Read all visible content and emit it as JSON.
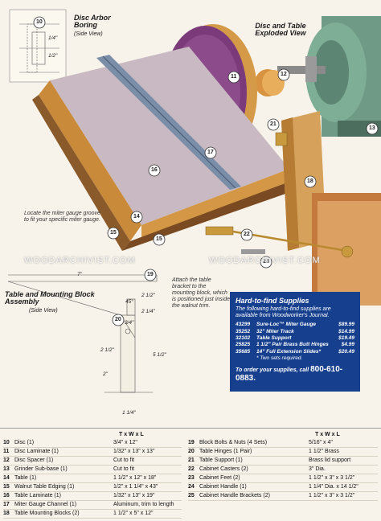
{
  "titles": {
    "disc_arbor": "Disc Arbor Boring",
    "disc_arbor_view": "(Side View)",
    "exploded": "Disc and Table Exploded View",
    "assembly": "Table and Mounting Block Assembly",
    "assembly_view": "(Side View)"
  },
  "notes": {
    "miter": "Locate the miter gauge groove to fit your specific miter gauge.",
    "bracket": "Attach the table bracket to the mounting block, which is positioned just inside the walnut trim."
  },
  "callouts": [
    "10",
    "11",
    "12",
    "13",
    "14",
    "15",
    "15",
    "16",
    "17",
    "18",
    "19",
    "20",
    "21",
    "22",
    "23"
  ],
  "dims": {
    "boring_a": "1/4\"",
    "boring_b": "1/2\"",
    "d_7": "7\"",
    "d_2_1_2": "2 1/2\"",
    "d_45": "45°",
    "d_2_1_4": "2 1/4\"",
    "d_2_1_2b": "2 1/2\"",
    "d_2": "2\"",
    "d_5": "5 1/2\"",
    "d_1_1_4": "1 1/4\"",
    "d_3_4": "3/4\""
  },
  "watermark": "WOODARCHIVIST.COM",
  "supplies": {
    "heading": "Hard-to-find Supplies",
    "subheading": "The following hard-to-find supplies are available from Woodworker's Journal.",
    "items": [
      {
        "no": "43299",
        "desc": "Sure-Loc™ Miter Gauge",
        "price": "$89.99"
      },
      {
        "no": "35252",
        "desc": "32\" Miter Track",
        "price": "$14.99"
      },
      {
        "no": "32102",
        "desc": "Table Support",
        "price": "$19.49"
      },
      {
        "no": "25825",
        "desc": "1 1/2\" Pair Brass Butt Hinges",
        "price": "$4.99"
      },
      {
        "no": "35685",
        "desc": "14\" Full Extension Slides*",
        "price": "$20.49"
      }
    ],
    "footnote": "* Two sets required.",
    "order_text": "To order your supplies, call",
    "phone": "800-610-0883."
  },
  "materials": {
    "header_dims": "T x W x L",
    "left": [
      {
        "no": "10",
        "part": "Disc (1)",
        "size": "3/4\" x 12\""
      },
      {
        "no": "11",
        "part": "Disc Laminate (1)",
        "size": "1/32\" x 13\" x 13\""
      },
      {
        "no": "12",
        "part": "Disc Spacer (1)",
        "size": "Cut to fit"
      },
      {
        "no": "13",
        "part": "Grinder Sub-base (1)",
        "size": "Cut to fit"
      },
      {
        "no": "14",
        "part": "Table (1)",
        "size": "1 1/2\" x 12\" x 18\""
      },
      {
        "no": "15",
        "part": "Walnut Table Edging (1)",
        "size": "1/2\" x 1 1/4\" x 43\""
      },
      {
        "no": "16",
        "part": "Table Laminate (1)",
        "size": "1/32\" x 13\" x 19\""
      },
      {
        "no": "17",
        "part": "Miter Gauge Channel (1)",
        "size": "Aluminum, trim to length"
      },
      {
        "no": "18",
        "part": "Table Mounting Blocks (2)",
        "size": "1 1/2\" x 5\" x 12\""
      }
    ],
    "right": [
      {
        "no": "19",
        "part": "Block Bolts & Nuts (4 Sets)",
        "size": "5/16\" x 4\""
      },
      {
        "no": "20",
        "part": "Table Hinges (1 Pair)",
        "size": "1 1/2\" Brass"
      },
      {
        "no": "21",
        "part": "Table Support (1)",
        "size": "Brass lid support"
      },
      {
        "no": "22",
        "part": "Cabinet Casters (2)",
        "size": "3\" Dia."
      },
      {
        "no": "23",
        "part": "Cabinet Feet (2)",
        "size": "1 1/2\" x 3\" x 3 1/2\""
      },
      {
        "no": "24",
        "part": "Cabinet Handle (1)",
        "size": "1 1/4\" Dia. x 14 1/2\""
      },
      {
        "no": "25",
        "part": "Cabinet Handle Brackets (2)",
        "size": "1 1/2\" x 3\" x 3 1/2\""
      }
    ]
  }
}
